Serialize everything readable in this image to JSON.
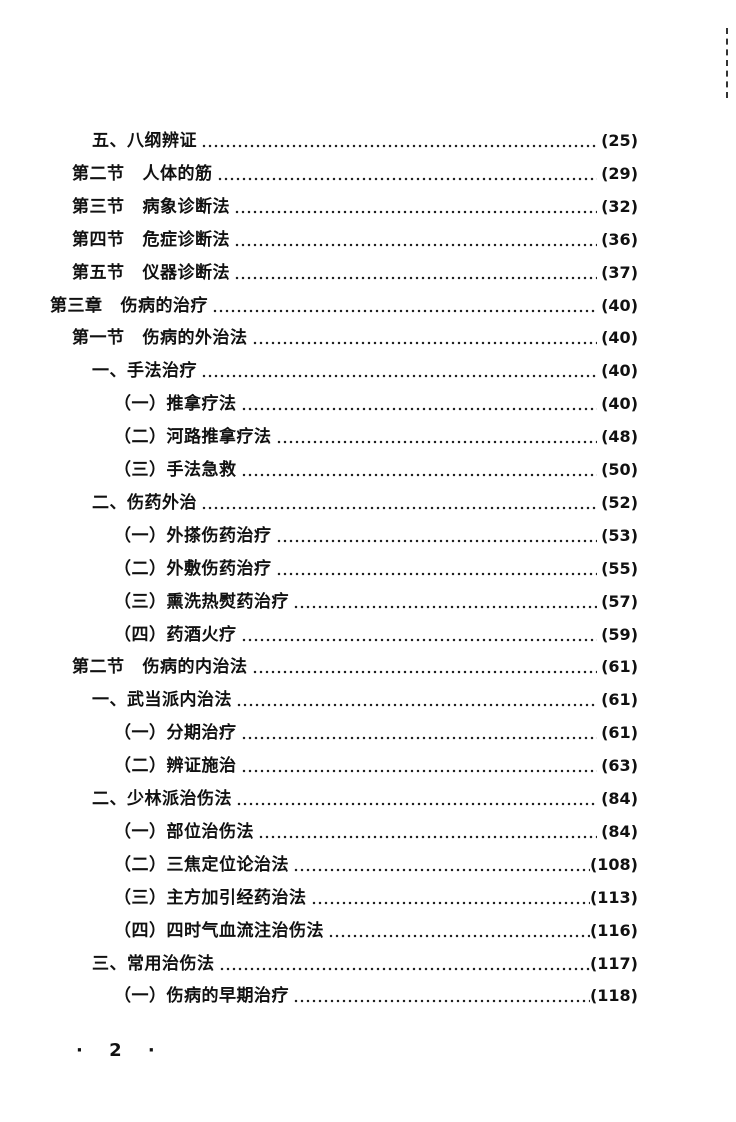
{
  "toc": {
    "entries": [
      {
        "prefix": "五、",
        "title": "八纲辨证",
        "page": "(25)",
        "level": 2
      },
      {
        "prefix": "第二节",
        "title": "人体的筋",
        "page": "(29)",
        "level": 1
      },
      {
        "prefix": "第三节",
        "title": "病象诊断法",
        "page": "(32)",
        "level": 1
      },
      {
        "prefix": "第四节",
        "title": "危症诊断法",
        "page": "(36)",
        "level": 1
      },
      {
        "prefix": "第五节",
        "title": "仪器诊断法",
        "page": "(37)",
        "level": 1
      },
      {
        "prefix": "第三章",
        "title": "伤病的治疗",
        "page": "(40)",
        "level": 0
      },
      {
        "prefix": "第一节",
        "title": "伤病的外治法",
        "page": "(40)",
        "level": 1
      },
      {
        "prefix": "一、",
        "title": "手法治疗",
        "page": "(40)",
        "level": 2
      },
      {
        "prefix": "（一）",
        "title": "推拿疗法",
        "page": "(40)",
        "level": 3
      },
      {
        "prefix": "（二）",
        "title": "河路推拿疗法",
        "page": "(48)",
        "level": 3
      },
      {
        "prefix": "（三）",
        "title": "手法急救",
        "page": "(50)",
        "level": 3
      },
      {
        "prefix": "二、",
        "title": "伤药外治",
        "page": "(52)",
        "level": 2
      },
      {
        "prefix": "（一）",
        "title": "外搽伤药治疗",
        "page": "(53)",
        "level": 3
      },
      {
        "prefix": "（二）",
        "title": "外敷伤药治疗",
        "page": "(55)",
        "level": 3
      },
      {
        "prefix": "（三）",
        "title": "熏洗热熨药治疗",
        "page": "(57)",
        "level": 3
      },
      {
        "prefix": "（四）",
        "title": "药酒火疗",
        "page": "(59)",
        "level": 3
      },
      {
        "prefix": "第二节",
        "title": "伤病的内治法",
        "page": "(61)",
        "level": 1
      },
      {
        "prefix": "一、",
        "title": "武当派内治法",
        "page": "(61)",
        "level": 2
      },
      {
        "prefix": "（一）",
        "title": "分期治疗",
        "page": "(61)",
        "level": 3
      },
      {
        "prefix": "（二）",
        "title": "辨证施治",
        "page": "(63)",
        "level": 3
      },
      {
        "prefix": "二、",
        "title": "少林派治伤法",
        "page": "(84)",
        "level": 2
      },
      {
        "prefix": "（一）",
        "title": "部位治伤法",
        "page": "(84)",
        "level": 3
      },
      {
        "prefix": "（二）",
        "title": "三焦定位论治法",
        "page": "(108)",
        "level": 3
      },
      {
        "prefix": "（三）",
        "title": "主方加引经药治法",
        "page": "(113)",
        "level": 3
      },
      {
        "prefix": "（四）",
        "title": "四时气血流注治伤法",
        "page": "(116)",
        "level": 3
      },
      {
        "prefix": "三、",
        "title": "常用治伤法",
        "page": "(117)",
        "level": 2
      },
      {
        "prefix": "（一）",
        "title": "伤病的早期治疗",
        "page": "(118)",
        "level": 3
      }
    ]
  },
  "footer": {
    "page_number": "· 2 ·"
  }
}
